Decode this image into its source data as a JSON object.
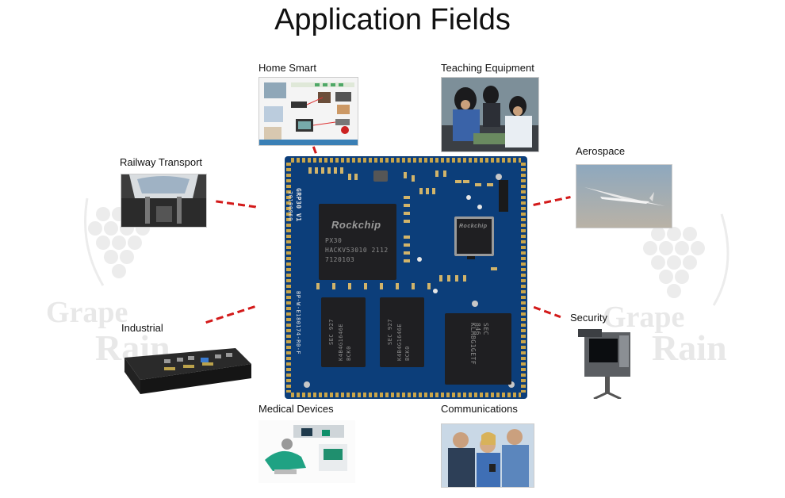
{
  "title": "Application Fields",
  "labels": {
    "home_smart": "Home Smart",
    "teaching": "Teaching Equipment",
    "railway": "Railway Transport",
    "aerospace": "Aerospace",
    "industrial": "Industrial",
    "security": "Security",
    "medical": "Medical Devices",
    "communications": "Communications"
  },
  "board": {
    "brand_main": "Rockchip",
    "model_main": "PX30",
    "code1": "HACKV53010 2112",
    "code2": "7120103",
    "brand_small": "Rockchip",
    "side_text": "GRP30 V1",
    "side_date": "20190860",
    "side_code": "BP-W-E180174-R0-F",
    "ram1": "K4B4G1646E BCK0",
    "ram_brand": "SEC 927",
    "emmc": "KLM8G1GETF",
    "emmc_brand": "SEC 846"
  },
  "watermark": {
    "text1": "Grape",
    "text2": "Rain"
  },
  "colors": {
    "board": "#0c3e7a",
    "connector": "#d31a1a",
    "pad": "#c9a54a"
  }
}
